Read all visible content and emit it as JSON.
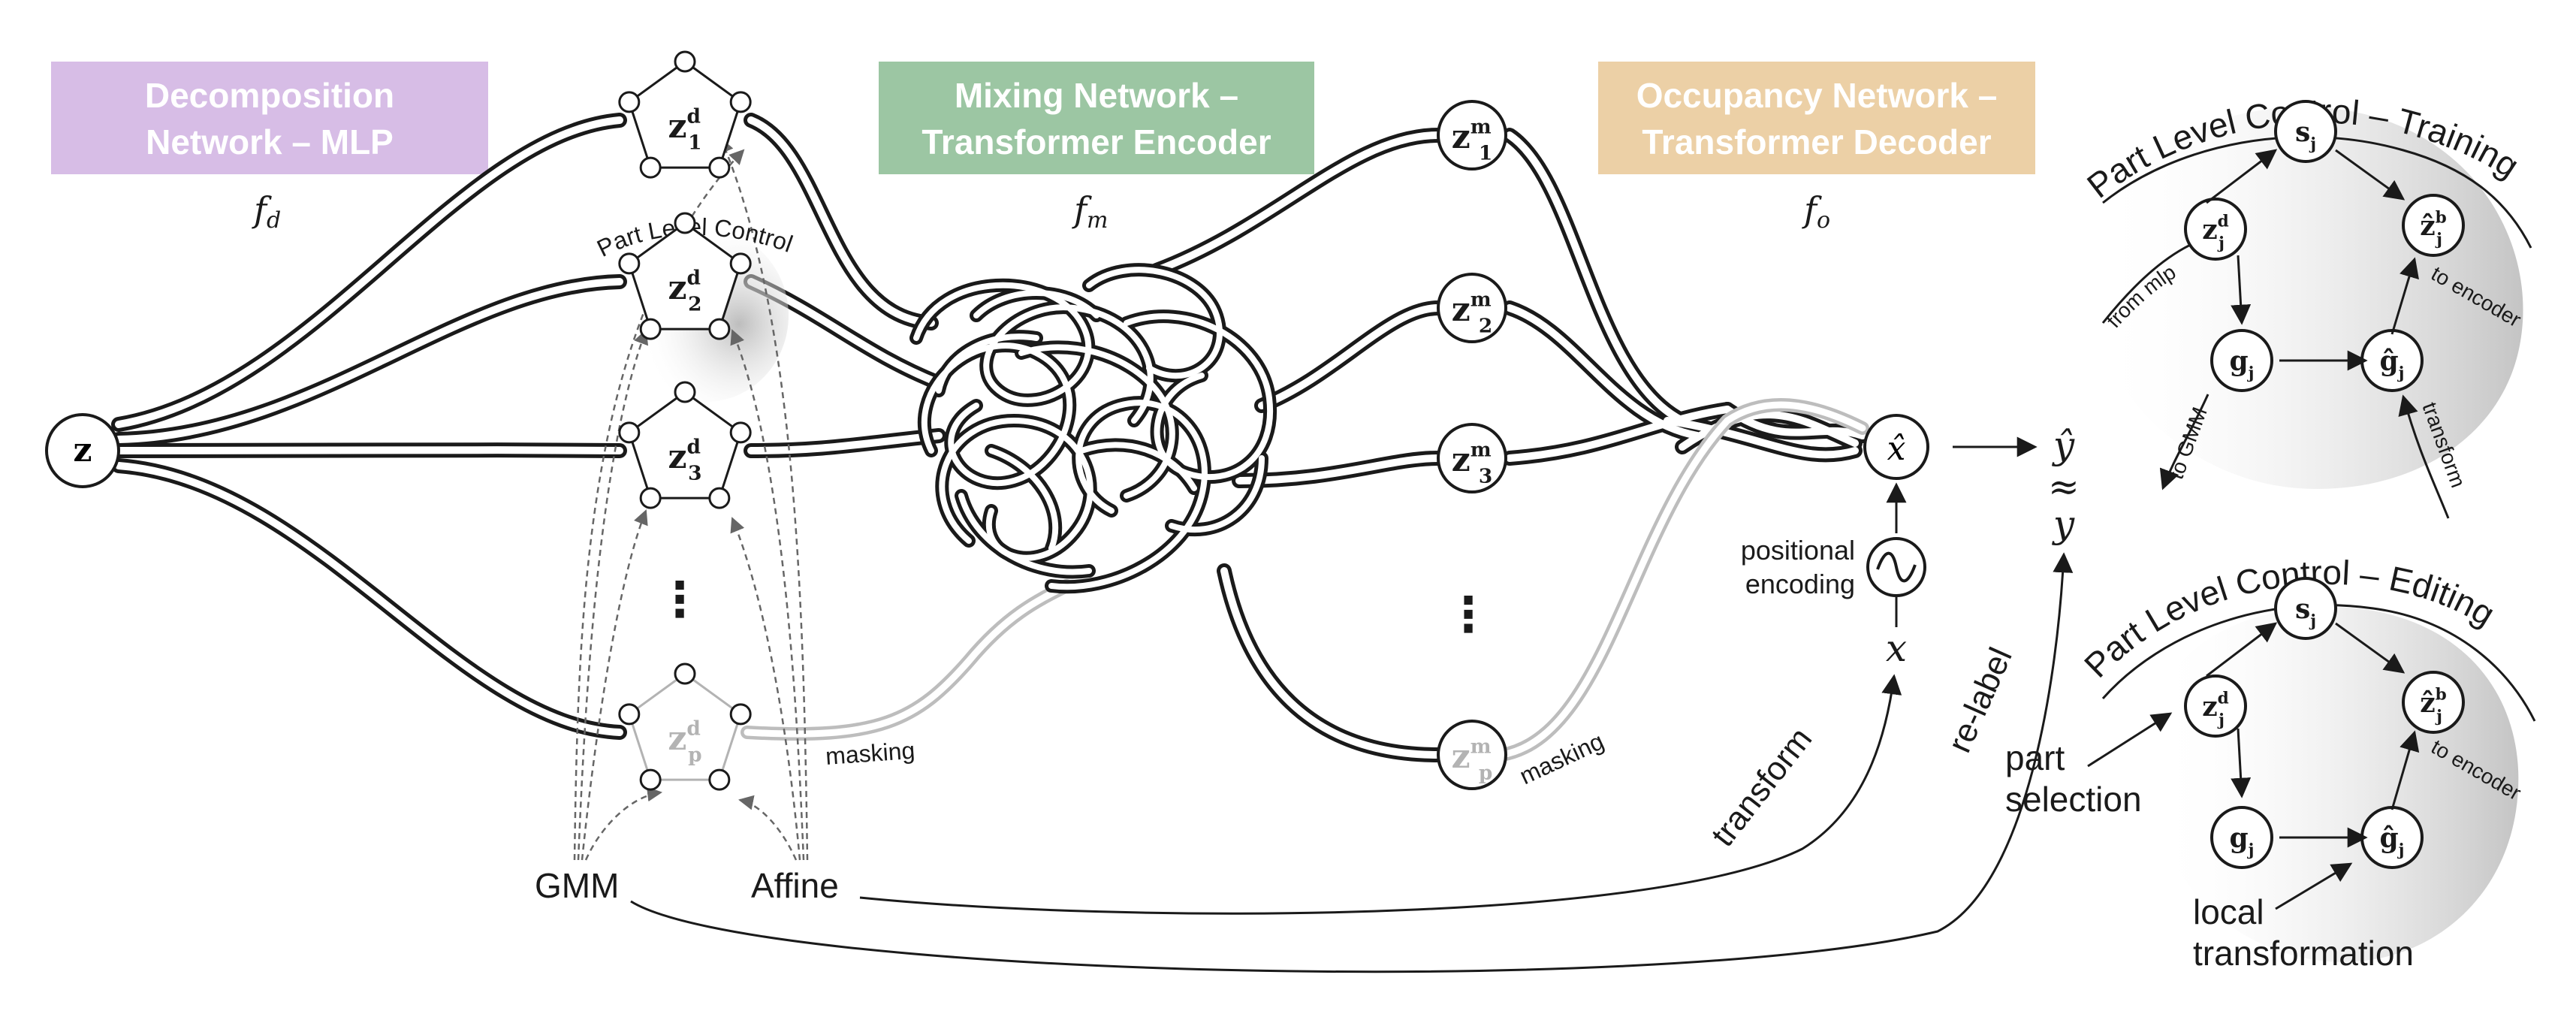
{
  "colors": {
    "decomposition": "#d7bde6",
    "mixing": "#9cc6a3",
    "occupancy": "#ecd0a6",
    "stroke": "#1a1a1a",
    "faded": "#b3b3b3",
    "dashed": "#555555"
  },
  "headers": {
    "decomposition": {
      "line1": "Decomposition",
      "line2": "Network – MLP",
      "func": "f",
      "sub": "d"
    },
    "mixing": {
      "line1": "Mixing Network –",
      "line2": "Transformer Encoder",
      "func": "f",
      "sub": "m"
    },
    "occupancy": {
      "line1": "Occupancy Network –",
      "line2": "Transformer Decoder",
      "func": "f",
      "sub": "o"
    }
  },
  "nodes": {
    "z": "z",
    "decomp": [
      {
        "base": "z",
        "sup": "d",
        "sub": "1"
      },
      {
        "base": "z",
        "sup": "d",
        "sub": "2"
      },
      {
        "base": "z",
        "sup": "d",
        "sub": "3"
      },
      {
        "base": "z",
        "sup": "d",
        "sub": "p"
      }
    ],
    "mixed": [
      {
        "base": "z",
        "sup": "m",
        "sub": "1"
      },
      {
        "base": "z",
        "sup": "m",
        "sub": "2"
      },
      {
        "base": "z",
        "sup": "m",
        "sub": "3"
      },
      {
        "base": "z",
        "sup": "m",
        "sub": "p"
      }
    ],
    "ellipsis": "⋮",
    "xhat": "x̂",
    "x": "x",
    "output_top": "ŷ",
    "approx": "≈",
    "output_bottom": "y"
  },
  "labels": {
    "part_level_control": "Part Level Control",
    "masking_left": "masking",
    "masking_right": "masking",
    "positional": "positional",
    "encoding": "encoding",
    "gmm": "GMM",
    "affine": "Affine",
    "transform": "transform",
    "relabel": "re-label"
  },
  "training": {
    "title": "Part Level Control – Training",
    "z": {
      "base": "z",
      "sup": "d",
      "sub": "j"
    },
    "s": {
      "base": "s",
      "sub": "j"
    },
    "zhat": {
      "base": "ẑ",
      "sup": "b",
      "sub": "j"
    },
    "g": {
      "base": "g",
      "sub": "j"
    },
    "ghat": {
      "base": "ĝ",
      "sub": "j"
    },
    "from_mlp": "from mlp",
    "to_encoder": "to encoder",
    "to_gmm": "to GMM",
    "transform": "transform"
  },
  "editing": {
    "title": "Part Level Control – Editing",
    "z": {
      "base": "z",
      "sup": "d",
      "sub": "j"
    },
    "s": {
      "base": "s",
      "sub": "j"
    },
    "zhat": {
      "base": "ẑ",
      "sup": "b",
      "sub": "j"
    },
    "g": {
      "base": "g",
      "sub": "j"
    },
    "ghat": {
      "base": "ĝ",
      "sub": "j"
    },
    "to_encoder": "to encoder",
    "part": "part",
    "selection": "selection",
    "local": "local",
    "transformation": "transformation"
  }
}
